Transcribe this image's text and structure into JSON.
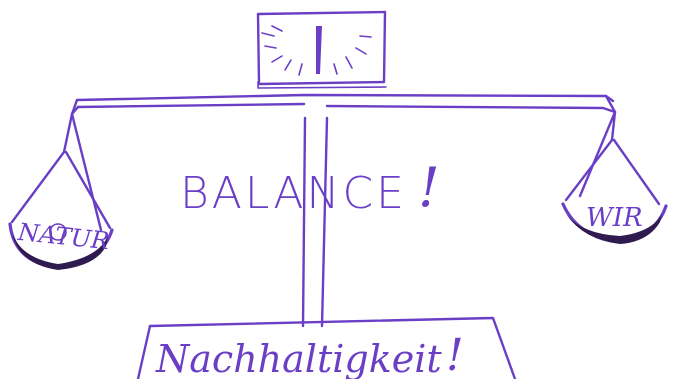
{
  "drawing": {
    "heading": "BALANCE",
    "heading_mark": "!",
    "left_pan_label": "NATUR",
    "right_pan_label": "WIR",
    "base_label": "Nachhaltigkeit",
    "base_mark": "!"
  },
  "colors": {
    "ink": "#6a3fc6",
    "ink_dark": "#2f1b4f",
    "paper": "#ffffff"
  },
  "icons": {
    "scale": "balance-scale-icon",
    "gauge": "dial-gauge-icon"
  }
}
